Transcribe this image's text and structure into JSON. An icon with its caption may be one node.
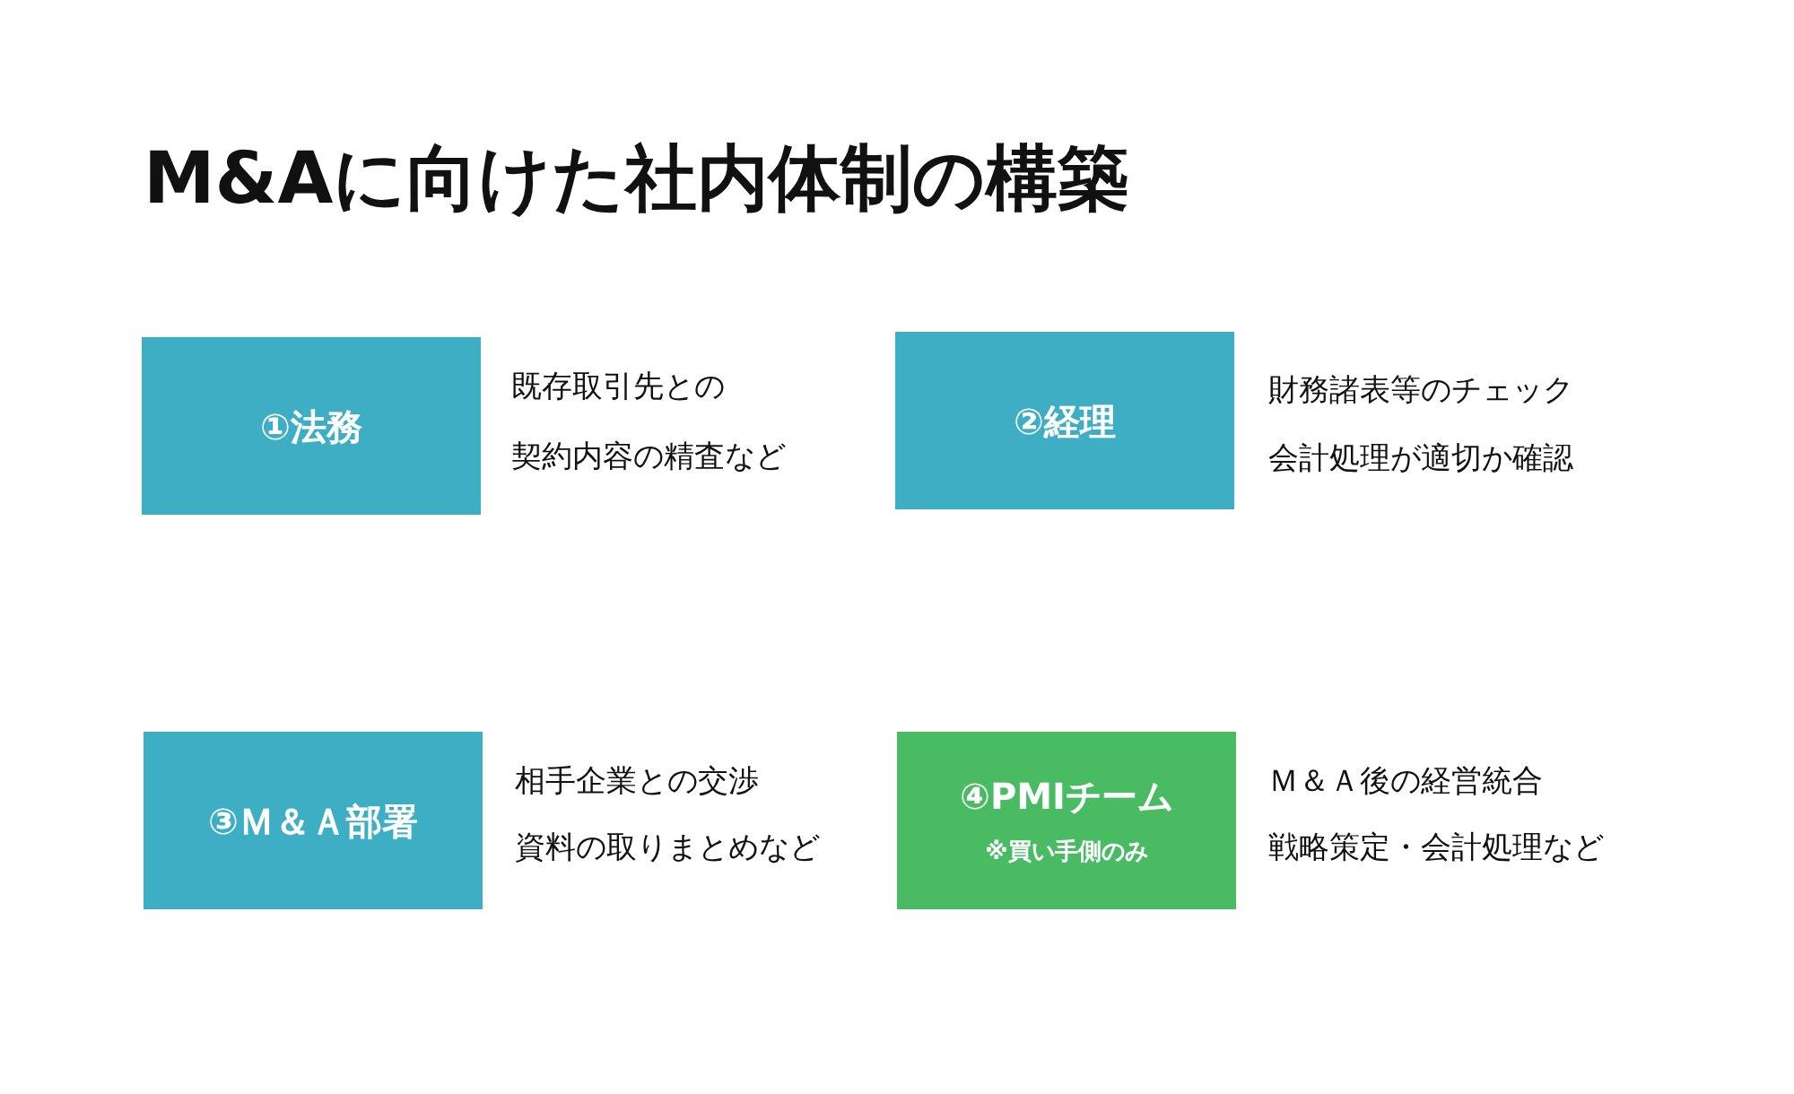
{
  "diagram": {
    "title": "M&Aに向けた社内体制の構築",
    "nodes": [
      {
        "text": [
          "①法務"
        ],
        "beside": [
          "既存取引先との",
          "契約内容の精査など"
        ]
      },
      {
        "text": [
          "②経理"
        ],
        "beside": [
          "財務諸表等のチェック",
          "会計処理が適切か確認"
        ]
      },
      {
        "text": [
          "③Ｍ＆Ａ部署"
        ],
        "beside": [
          "相手企業との交渉",
          "資料の取りまとめなど"
        ]
      },
      {
        "text": [
          "④PMIチーム",
          "※買い手側のみ"
        ],
        "beside": [
          "Ｍ＆Ａ後の経営統合",
          "戦略策定・会計処理など"
        ]
      }
    ]
  }
}
